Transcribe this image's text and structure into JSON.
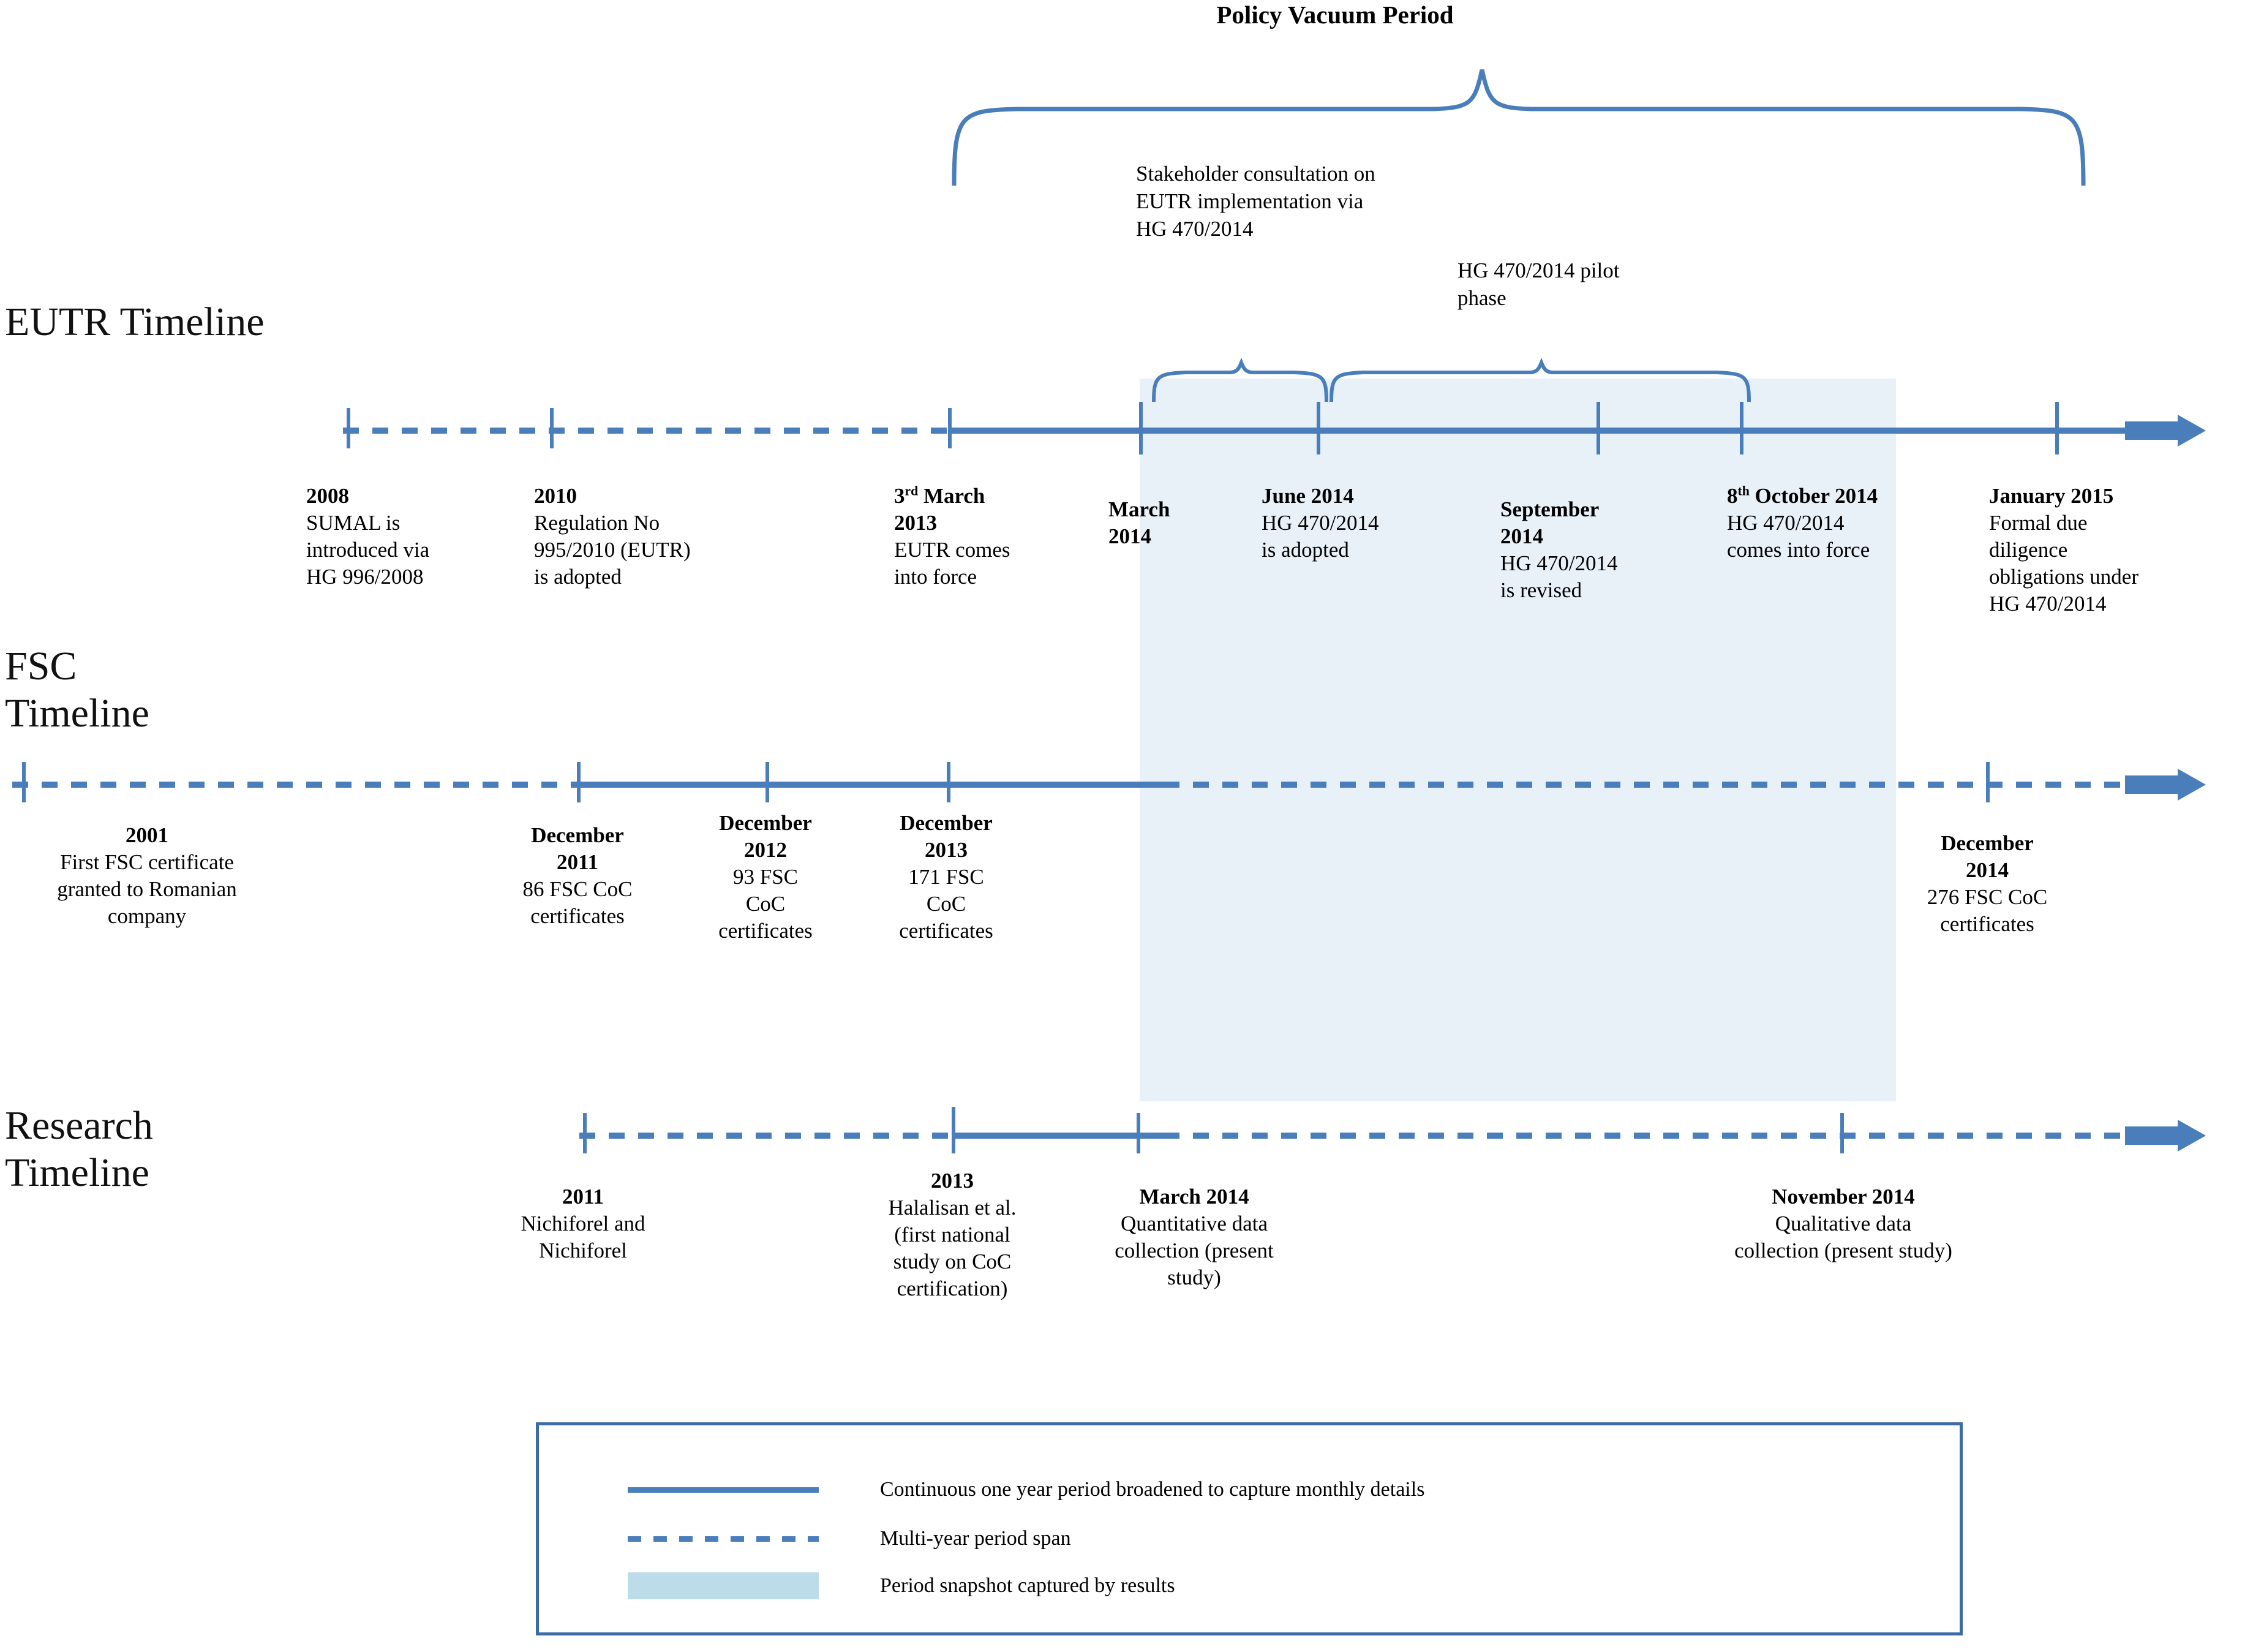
{
  "figure": {
    "policy_vacuum_label": "Policy Vacuum Period"
  },
  "rows": [
    {
      "id": "eutr",
      "title": "EUTR Timeline"
    },
    {
      "id": "fsc",
      "title": "FSC\nTimeline"
    },
    {
      "id": "research",
      "title": "Research\nTimeline"
    }
  ],
  "eutr": {
    "notes": [
      {
        "name": "stakeholder-consultation-note",
        "text": "Stakeholder\nconsultation on\nEUTR\nimplementation  via\nHG 470/2014"
      },
      {
        "name": "pilot-phase-note",
        "text": "HG 470/2014\npilot phase"
      }
    ],
    "events": [
      {
        "name": "eutr-2008",
        "head": "2008",
        "body": "SUMAL is\nintroduced via\nHG 996/2008"
      },
      {
        "name": "eutr-2010",
        "head": "2010",
        "body": "Regulation  No\n995/2010 (EUTR)\nis adopted"
      },
      {
        "name": "eutr-2013-mar",
        "head": "3rd  March\n2013",
        "head_sup": "rd",
        "body": "EUTR comes\ninto force"
      },
      {
        "name": "eutr-2014-mar",
        "head": "March\n2014",
        "body": ""
      },
      {
        "name": "eutr-2014-jun",
        "head": "June 2014",
        "body": "HG 470/2014\nis adopted"
      },
      {
        "name": "eutr-2014-sep",
        "head": "September\n2014",
        "body": "HG 470/2014\nis revised"
      },
      {
        "name": "eutr-2014-oct",
        "head": "8th October 2014",
        "head_sup": "th",
        "body": "HG 470/2014\ncomes into force"
      },
      {
        "name": "eutr-2015-jan",
        "head": "January 2015",
        "body": "Formal due\ndiligence\nobligations  under\nHG 470/2014"
      }
    ]
  },
  "fsc": {
    "events": [
      {
        "name": "fsc-2001",
        "head": "2001",
        "body": "First FSC certificate\ngranted to Romanian\ncompany"
      },
      {
        "name": "fsc-2011-dec",
        "head": "December\n2011",
        "body": "86 FSC CoC\ncertificates"
      },
      {
        "name": "fsc-2012-dec",
        "head": "December\n2012",
        "body": "93 FSC\nCoC\ncertificates"
      },
      {
        "name": "fsc-2013-dec",
        "head": "December\n2013",
        "body": "171 FSC\nCoC\ncertificates"
      },
      {
        "name": "fsc-2014-dec",
        "head": "December\n2014",
        "body": "276 FSC CoC\ncertificates"
      }
    ]
  },
  "research": {
    "events": [
      {
        "name": "research-2011",
        "head": "2011",
        "body": "Nichiforel and\nNichiforel"
      },
      {
        "name": "research-2013",
        "head": "2013",
        "body": "Halalisan  et al.\n(first  national\nstudy on CoC\ncertification)"
      },
      {
        "name": "research-2014-mar",
        "head": "March 2014",
        "body": "Quantitative  data\ncollection (present\nstudy)"
      },
      {
        "name": "research-2014-nov",
        "head": "November 2014",
        "body": "Qualitative  data\ncollection (present study)"
      }
    ]
  },
  "legend": {
    "items": [
      {
        "name": "legend-solid-line",
        "swatch": "solid",
        "text": "Continuous one year period  broadened to capture monthly details"
      },
      {
        "name": "legend-dashed-line",
        "swatch": "dashed",
        "text": "Multi-year period span"
      },
      {
        "name": "legend-fill-block",
        "swatch": "fill",
        "text": "Period snapshot captured by results"
      }
    ]
  },
  "colors": {
    "line": "#4a7ebb",
    "band": "#e8f1f8",
    "legend_fill": "#bcdcea",
    "legend_border": "#3d6ba5"
  }
}
